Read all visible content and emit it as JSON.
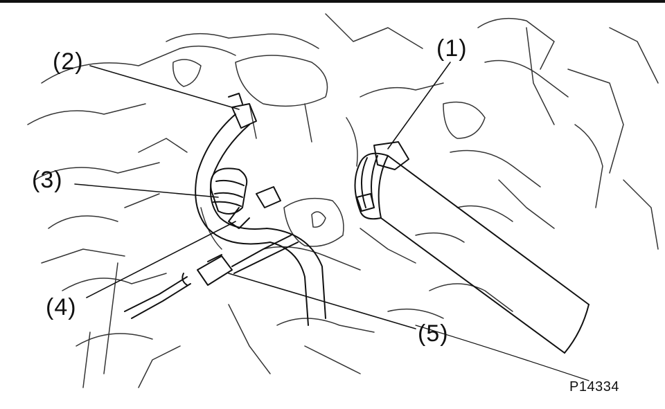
{
  "figure": {
    "callouts": [
      {
        "id": "c1",
        "text": "(1)"
      },
      {
        "id": "c2",
        "text": "(2)"
      },
      {
        "id": "c3",
        "text": "(3)"
      },
      {
        "id": "c4",
        "text": "(4)"
      },
      {
        "id": "c5",
        "text": "(5)"
      }
    ],
    "figure_number": "P14334"
  }
}
